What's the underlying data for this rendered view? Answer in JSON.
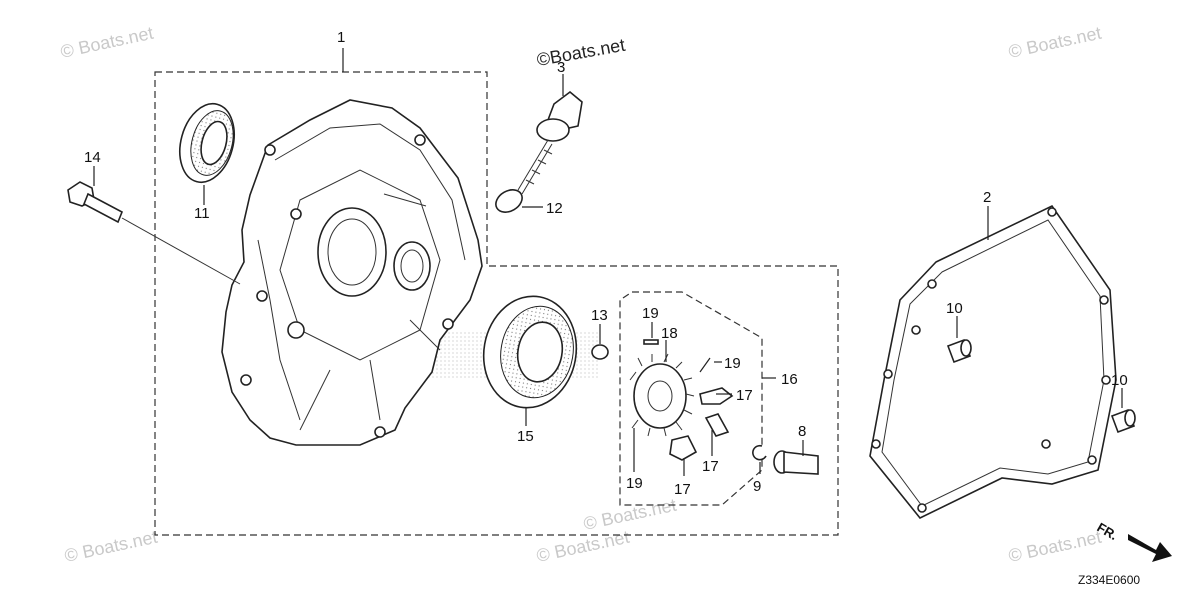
{
  "diagram": {
    "callouts": {
      "p1": "1",
      "p2": "2",
      "p3": "3",
      "p8": "8",
      "p9": "9",
      "p10a": "10",
      "p10b": "10",
      "p11": "11",
      "p12": "12",
      "p13": "13",
      "p14": "14",
      "p15": "15",
      "p16": "16",
      "p17a": "17",
      "p17b": "17",
      "p17c": "17",
      "p18": "18",
      "p19a": "19",
      "p19b": "19",
      "p19c": "19"
    },
    "watermarks": {
      "top_left": "© Boats.net",
      "top_center": "©Boats.net",
      "top_right": "© Boats.net",
      "bottom_left": "© Boats.net",
      "bottom_center": "© Boats.net",
      "bottom_center2": "© Boats.net",
      "bottom_right": "© Boats.net"
    },
    "diagram_code": "Z334E0600",
    "front_label": "FR."
  }
}
